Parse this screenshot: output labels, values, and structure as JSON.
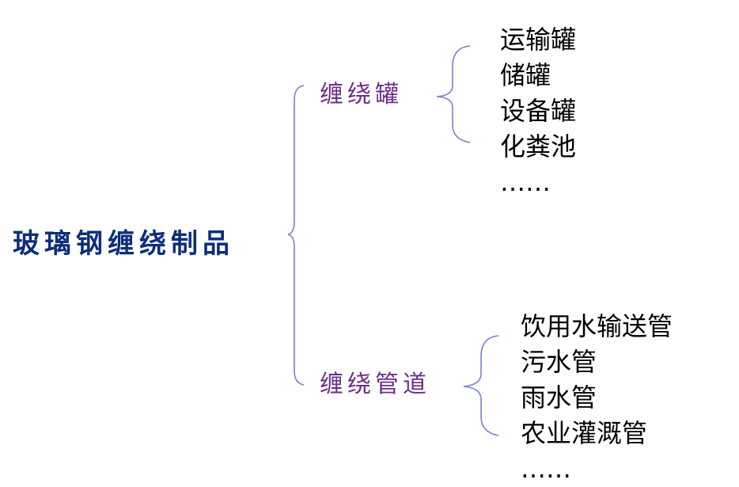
{
  "colors": {
    "root": "#0d2e7a",
    "branch": "#6b2e8c",
    "leaf": "#000000",
    "bracket": "#7a82c8"
  },
  "root": {
    "label": "玻璃钢缠绕制品"
  },
  "branches": [
    {
      "label": "缠绕罐",
      "items": [
        "运输罐",
        "储罐",
        "设备罐",
        "化粪池",
        "……"
      ]
    },
    {
      "label": "缠绕管道",
      "items": [
        "饮用水输送管",
        "污水管",
        "雨水管",
        "农业灌溉管",
        "……"
      ]
    }
  ]
}
